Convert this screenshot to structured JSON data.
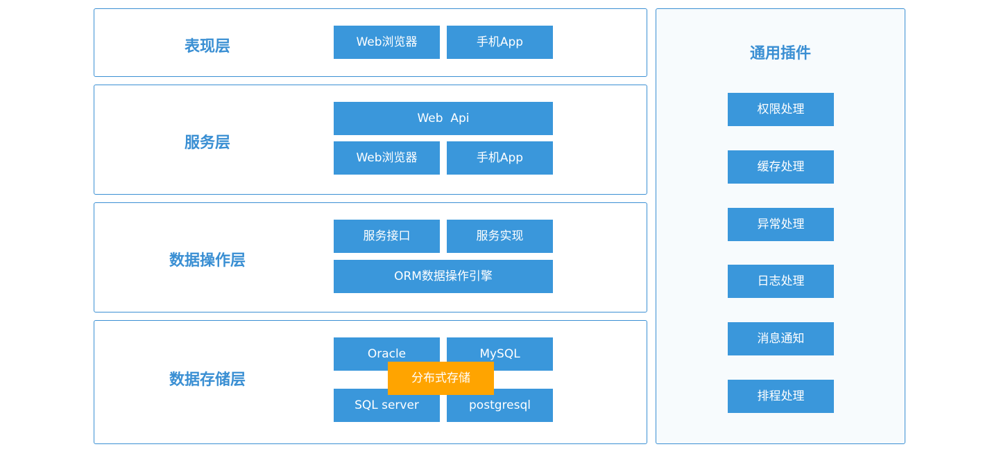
{
  "layers": {
    "presentation": {
      "title": "表现层",
      "items": [
        "Web浏览器",
        "手机App"
      ]
    },
    "service": {
      "title": "服务层",
      "api": "Web  Api",
      "items": [
        "Web浏览器",
        "手机App"
      ]
    },
    "data_operation": {
      "title": "数据操作层",
      "items": [
        "服务接口",
        "服务实现"
      ],
      "engine": "ORM数据操作引擎"
    },
    "data_storage": {
      "title": "数据存储层",
      "items": [
        "Oracle",
        "MySQL",
        "SQL server",
        "postgresql"
      ],
      "distributed": "分布式存储"
    }
  },
  "plugins": {
    "title": "通用插件",
    "items": [
      "权限处理",
      "缓存处理",
      "异常处理",
      "日志处理",
      "消息通知",
      "排程处理"
    ]
  },
  "colors": {
    "border": "#3a8fd3",
    "box": "#3a97db",
    "accent": "#ffa400",
    "panel_bg": "#f7fbfd"
  }
}
